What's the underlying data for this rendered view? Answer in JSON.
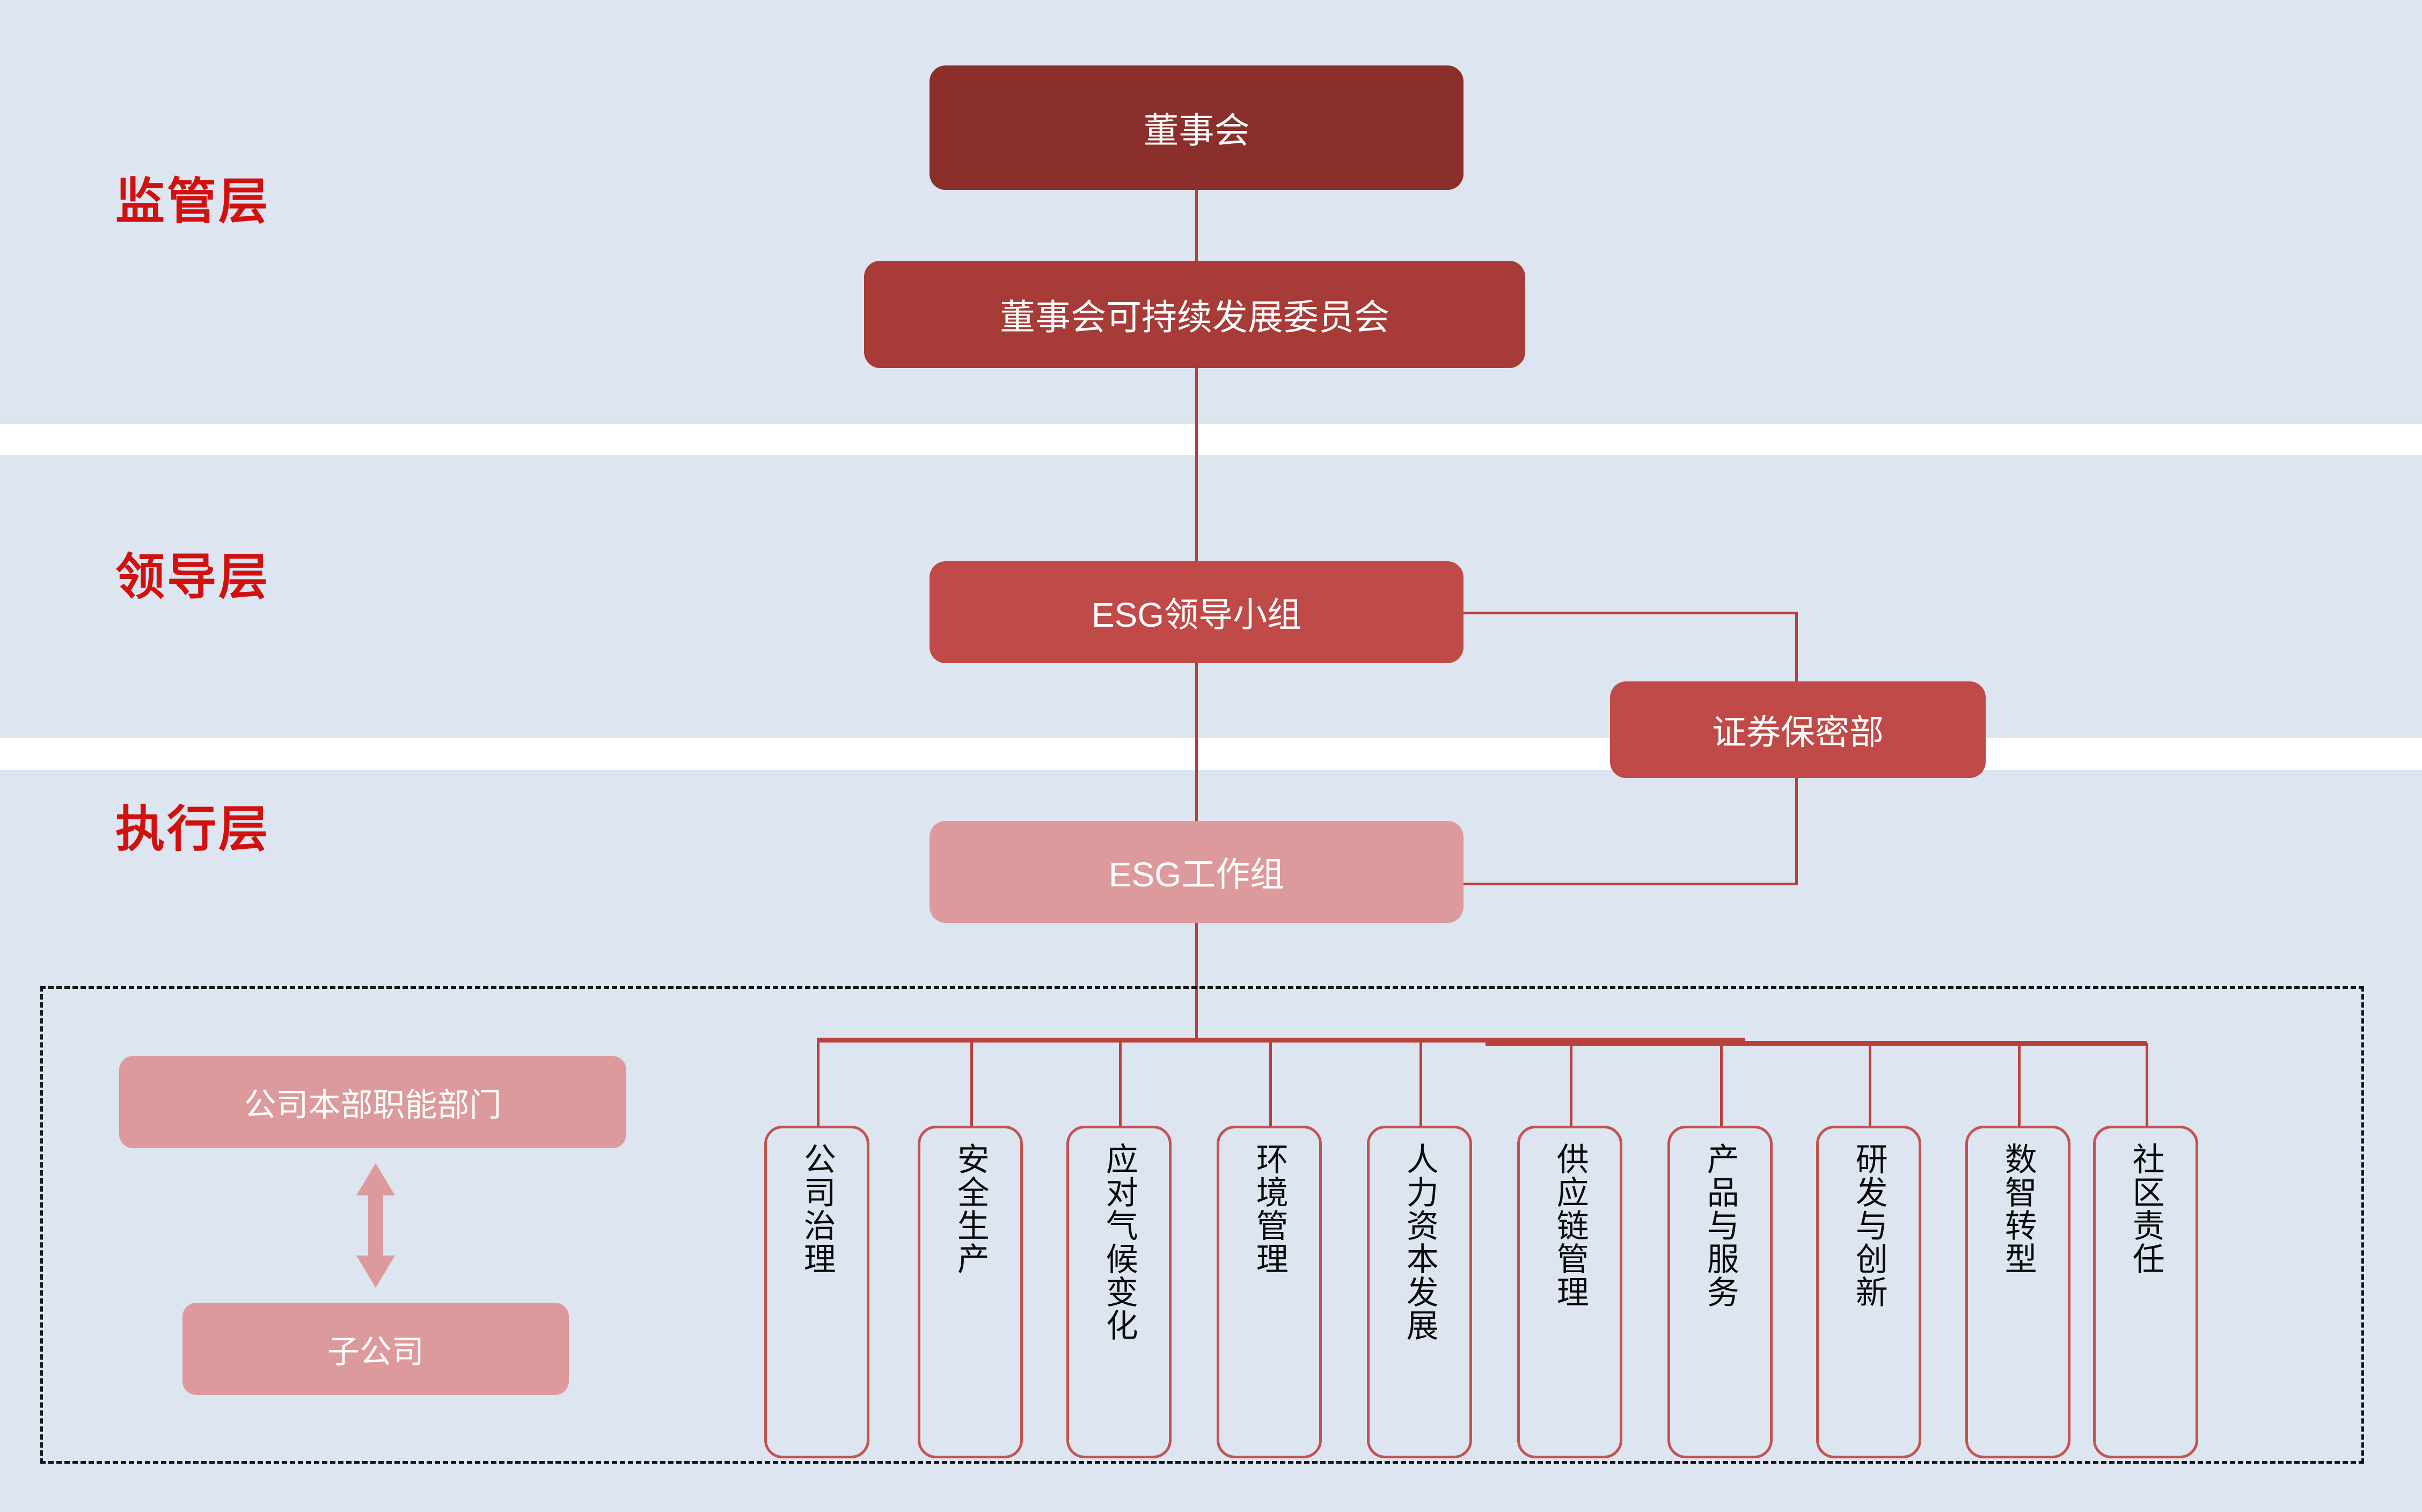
{
  "layers": [
    {
      "id": "regulatory",
      "label": "监管层"
    },
    {
      "id": "leadership",
      "label": "领导层"
    },
    {
      "id": "execution",
      "label": "执行层"
    }
  ],
  "nodes": {
    "board": "董事会",
    "committee": "董事会可持续发展委员会",
    "esg_leading_group": "ESG领导小组",
    "securities_confidentiality_dept": "证券保密部",
    "esg_working_group": "ESG工作组",
    "headquarters_functional_dept": "公司本部职能部门",
    "subsidiary": "子公司"
  },
  "workstreams": [
    {
      "label": "公司治理"
    },
    {
      "label": "安全生产"
    },
    {
      "label": "应对气候变化"
    },
    {
      "label": "环境管理"
    },
    {
      "label": "人力资本发展"
    },
    {
      "label": "供应链管理"
    },
    {
      "label": "产品与服务"
    },
    {
      "label": "研发与创新"
    },
    {
      "label": "数智转型"
    },
    {
      "label": "社区责任"
    }
  ],
  "colors": {
    "band_background": "#dde5f0",
    "layer_label": "#d0110f",
    "board_fill": "#8b2f2c",
    "committee_fill": "#a63b38",
    "mid_fill": "#bf4a47",
    "light_fill": "#dc9a9c",
    "connector": "#b8403d",
    "card_border": "#c25450",
    "dashed_border": "#151515"
  }
}
